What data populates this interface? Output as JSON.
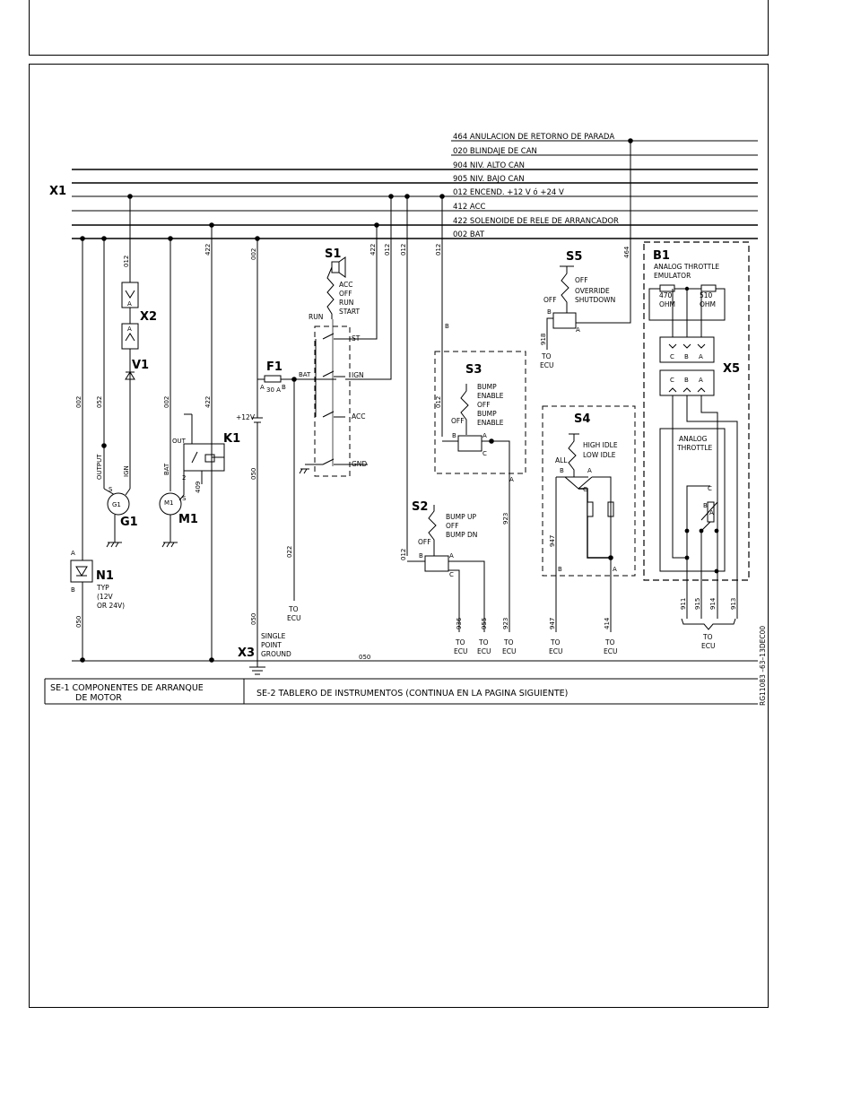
{
  "buses": {
    "b464": "464 ANULACION DE RETORNO DE PARADA",
    "b020": "020 BLINDAJE DE CAN",
    "b904": "904 NIV. ALTO CAN",
    "b905": "905 NIV. BAJO CAN",
    "b012": "012 ENCEND. +12 V ó +24 V",
    "b412": "412 ACC",
    "b422": "422 SOLENOIDE DE RELE DE ARRANCADOR",
    "b002": "002 BAT"
  },
  "components": {
    "x1": "X1",
    "x2": "X2",
    "x3": "X3",
    "x5": "X5",
    "v1": "V1",
    "g1": "G1",
    "m1": "M1",
    "k1": "K1",
    "n1": "N1",
    "f1": "F1",
    "s1": "S1",
    "s2": "S2",
    "s3": "S3",
    "s4": "S4",
    "s5": "S5",
    "b1": "B1",
    "g1_inner": "G1",
    "m1_inner": "M1"
  },
  "labels": {
    "acc": "ACC",
    "off": "OFF",
    "run": "RUN",
    "start": "START",
    "run_left": "RUN",
    "st": "ST",
    "ign": "IGN",
    "acc2": "ACC",
    "gnd": "GND",
    "bat_s1": "BAT",
    "f1_a": "A",
    "f1_b": "B",
    "f1_amp": "30 A",
    "plus12": "+12V",
    "output": "OUTPUT",
    "ign_g1": "IGN",
    "s_g1": "S",
    "bat_m1": "BAT",
    "s_m1": "S",
    "out_k1": "OUT",
    "k1_2": "2",
    "k1_409": "409",
    "n1_a": "A",
    "n1_b": "B",
    "n1_typ": "TYP",
    "n1_12v": "(12V",
    "n1_24v": "OR 24V)",
    "x2_a": "A",
    "x2_a2": "A",
    "s5_off": "OFF",
    "s5_off2": "OFF",
    "s5_override": "OVERRIDE",
    "s5_shutdown": "SHUTDOWN",
    "s5_b": "B",
    "s5_a": "A",
    "s3_bump1": "BUMP",
    "s3_enable1": "ENABLE",
    "s3_off": "OFF",
    "s3_bump2": "BUMP",
    "s3_enable2": "ENABLE",
    "s3_offl": "OFF",
    "s3_b": "B",
    "s3_a": "A",
    "s3_c": "C",
    "s3_a2": "A",
    "s3_b_top": "B",
    "s2_bumpup": "BUMP UP",
    "s2_off": "OFF",
    "s2_bumpdn": "BUMP DN",
    "s2_offl": "OFF",
    "s2_b": "B",
    "s2_a": "A",
    "s2_c": "C",
    "s4_high": "HIGH IDLE",
    "s4_low": "LOW IDLE",
    "s4_all": "ALL",
    "s4_b": "B",
    "s4_a": "A",
    "s4_c": "C",
    "s4_bb": "B",
    "s4_ab": "A",
    "b1_title1": "ANALOG THROTTLE",
    "b1_title2": "EMULATOR",
    "b1_470": "470",
    "b1_ohm1": "OHM",
    "b1_510": "510",
    "b1_ohm2": "OHM",
    "x5_c1": "C",
    "x5_b1": "B",
    "x5_a1": "A",
    "x5_c2": "C",
    "x5_b2": "B",
    "x5_a2": "A",
    "at1": "ANALOG",
    "at2": "THROTTLE",
    "at_c": "C",
    "at_b": "B",
    "at_a": "A",
    "single": "SINGLE",
    "point": "POINT",
    "ground": "GROUND",
    "to": "TO",
    "ecu": "ECU"
  },
  "wires": {
    "w012": "012",
    "w422": "422",
    "w002": "002",
    "w052": "052",
    "w050": "050",
    "w022": "022",
    "w409": "409",
    "w947": "947",
    "w923": "923",
    "w918": "918",
    "w464": "464",
    "w936": "936",
    "w955": "955",
    "w414": "414",
    "w911": "911",
    "w915": "915",
    "w914": "914",
    "w913": "913"
  },
  "footer": {
    "se1_line1": "SE-1 COMPONENTES DE ARRANQUE",
    "se1_line2": "DE MOTOR",
    "se2": "SE-2 TABLERO DE INSTRUMENTOS (CONTINUA EN LA PAGINA SIGUIENTE)",
    "ref": "RG11083 –63–13DEC00"
  }
}
